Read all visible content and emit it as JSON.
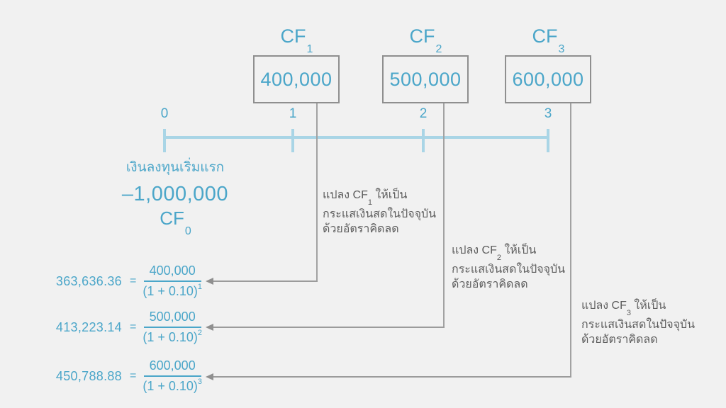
{
  "colors": {
    "accent_blue": "#4ba6c9",
    "timeline_blue": "#a9d5e6",
    "annotation_gray": "#5d5d5d",
    "line_gray": "#9b9b9b",
    "box_border_gray": "#8f8f8f",
    "background": "#f1f1f1"
  },
  "cashflow_boxes": [
    {
      "label": "CF",
      "label_sub": "1",
      "amount": "400,000"
    },
    {
      "label": "CF",
      "label_sub": "2",
      "amount": "500,000"
    },
    {
      "label": "CF",
      "label_sub": "3",
      "amount": "600,000"
    }
  ],
  "timeline": {
    "tick_labels": [
      "0",
      "1",
      "2",
      "3"
    ]
  },
  "initial_investment": {
    "caption": "เงินลงทุนเริ่มแรก",
    "amount": "–1,000,000",
    "cf_label": "CF",
    "cf_sub": "0"
  },
  "formulas": [
    {
      "result": "363,636.36",
      "equals": "=",
      "numerator": "400,000",
      "denominator_base": "(1 + 0.10)",
      "exponent": "1"
    },
    {
      "result": "413,223.14",
      "equals": "=",
      "numerator": "500,000",
      "denominator_base": "(1 + 0.10)",
      "exponent": "2"
    },
    {
      "result": "450,788.88",
      "equals": "=",
      "numerator": "600,000",
      "denominator_base": "(1 + 0.10)",
      "exponent": "3"
    }
  ],
  "annotations": [
    {
      "line1_prefix": "แปลง CF",
      "cf_sub": "1",
      "line1_suffix": " ให้เป็น",
      "line2": "กระแสเงินสดในปัจจุบัน",
      "line3": "ด้วยอัตราคิดลด"
    },
    {
      "line1_prefix": "แปลง CF",
      "cf_sub": "2",
      "line1_suffix": " ให้เป็น",
      "line2": "กระแสเงินสดในปัจจุบัน",
      "line3": "ด้วยอัตราคิดลด"
    },
    {
      "line1_prefix": "แปลง CF",
      "cf_sub": "3",
      "line1_suffix": " ให้เป็น",
      "line2": "กระแสเงินสดในปัจจุบัน",
      "line3": "ด้วยอัตราคิดลด"
    }
  ]
}
